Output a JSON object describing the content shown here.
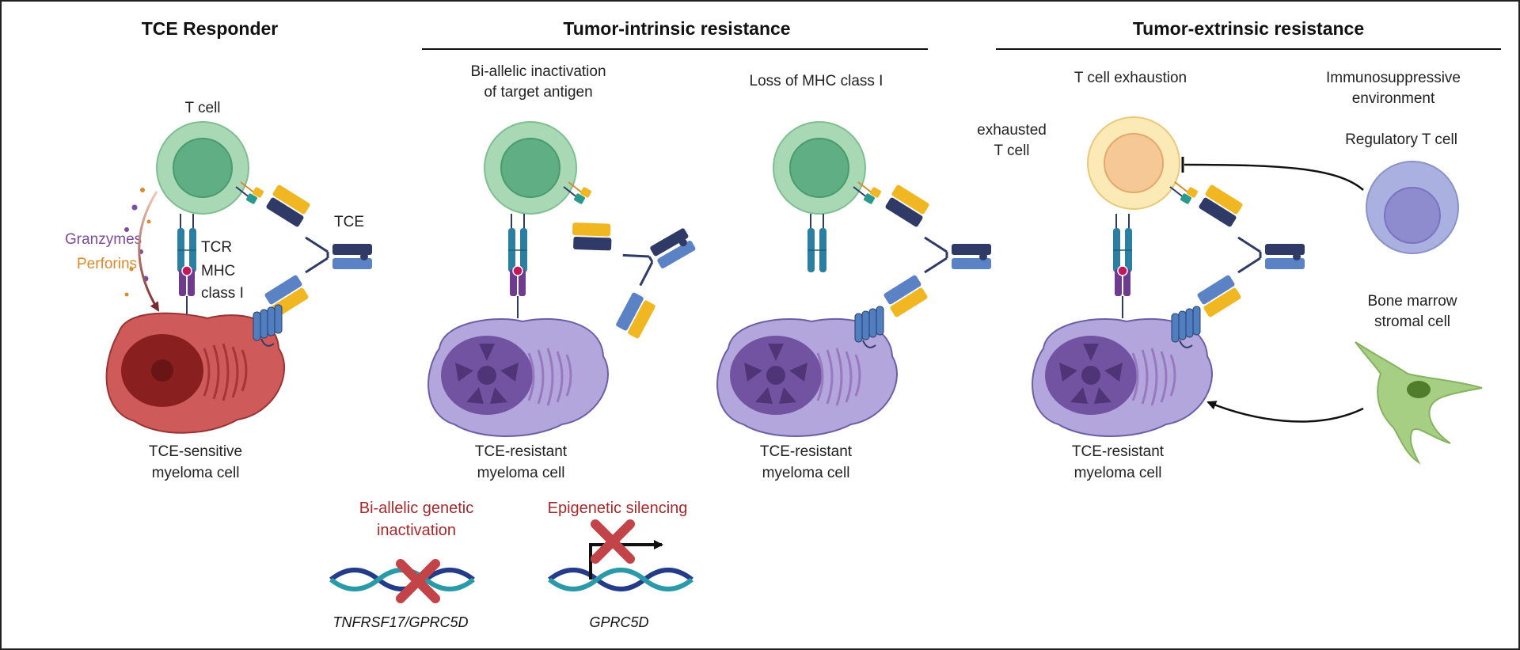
{
  "headers": {
    "responder": "TCE Responder",
    "intrinsic": "Tumor-intrinsic resistance",
    "extrinsic": "Tumor-extrinsic resistance"
  },
  "responder": {
    "t_cell": "T cell",
    "tce": "TCE",
    "tcr": "TCR",
    "mhc_1": "MHC",
    "mhc_2": "class I",
    "granzymes": "Granzymes",
    "perforins": "Perforins",
    "myeloma_1": "TCE-sensitive",
    "myeloma_2": "myeloma cell"
  },
  "intrinsic": {
    "antigen_title_1": "Bi-allelic inactivation",
    "antigen_title_2": "of target antigen",
    "mhc_title": "Loss of MHC class I",
    "resistant_1": "TCE-resistant",
    "resistant_2": "myeloma cell",
    "genetic_1": "Bi-allelic genetic",
    "genetic_2": "inactivation",
    "epigenetic": "Epigenetic silencing",
    "gene_a": "TNFRSF17/GPRC5D",
    "gene_b": "GPRC5D"
  },
  "extrinsic": {
    "exhaustion_title": "T cell exhaustion",
    "immuno_1": "Immunosuppressive",
    "immuno_2": "environment",
    "exhausted_1": "exhausted",
    "exhausted_2": "T cell",
    "treg": "Regulatory T cell",
    "bmsc_1": "Bone marrow",
    "bmsc_2": "stromal cell",
    "resistant_1": "TCE-resistant",
    "resistant_2": "myeloma cell"
  },
  "colors": {
    "tcell_outer": "#a8d8b4",
    "tcell_inner": "#5fae84",
    "sensitive_cell": "#cf5a5a",
    "resistant_cell": "#b2a6dc",
    "exhausted_outer": "#fbe9b6",
    "exhausted_inner": "#f6c896",
    "treg": "#aab1e0",
    "stromal": "#a7cf83",
    "tcr_teal": "#2a7fa3",
    "mhc_purple": "#6f3b8e",
    "tce_navy": "#2f3b66",
    "tce_gold": "#f0b722",
    "tce_blue": "#5a82c4",
    "accent_red": "#a8282c",
    "granzyme_purple": "#7b4ca0",
    "perforin_orange": "#d88b2c"
  }
}
